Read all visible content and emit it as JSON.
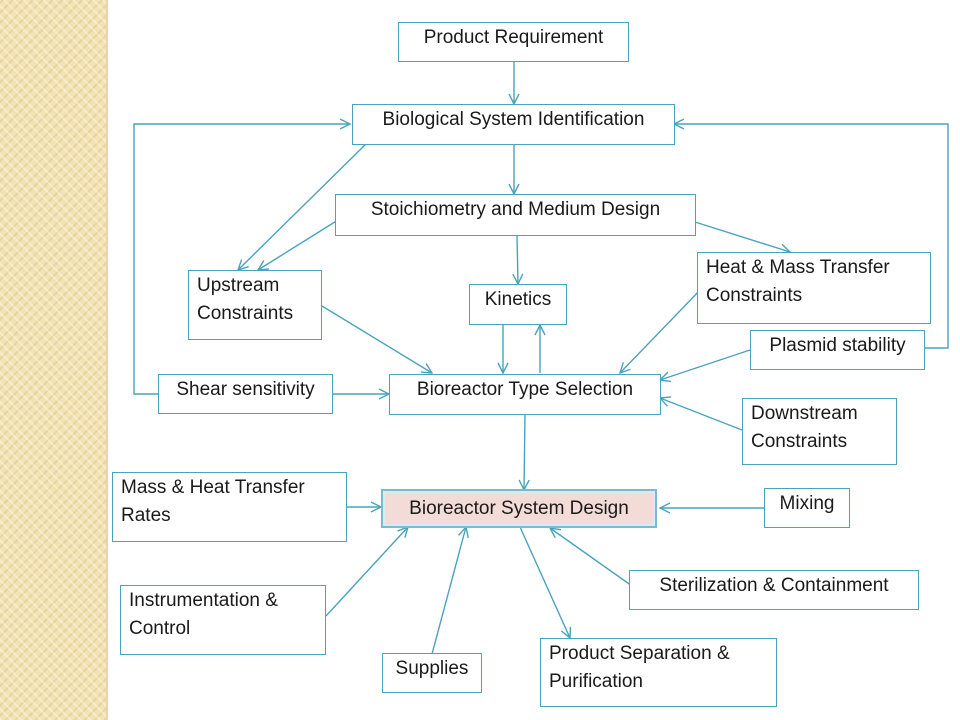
{
  "nodes": {
    "product_requirement": "Product Requirement",
    "biological_system_identification": "Biological System Identification",
    "stoichiometry_medium_design": "Stoichiometry and Medium Design",
    "upstream_constraints": [
      "Upstream",
      "Constraints"
    ],
    "kinetics": "Kinetics",
    "heat_mass_transfer_constraints": [
      "Heat & Mass Transfer",
      "Constraints"
    ],
    "plasmid_stability": "Plasmid stability",
    "shear_sensitivity": "Shear sensitivity",
    "bioreactor_type_selection": "Bioreactor Type Selection",
    "downstream_constraints": [
      "Downstream",
      "Constraints"
    ],
    "mass_heat_transfer_rates": [
      "Mass & Heat Transfer",
      "Rates"
    ],
    "bioreactor_system_design": "Bioreactor System Design",
    "mixing": "Mixing",
    "sterilization_containment": "Sterilization & Containment",
    "instrumentation_control": [
      "Instrumentation &",
      "Control"
    ],
    "supplies": "Supplies",
    "product_separation_purification": [
      "Product Separation &",
      "Purification"
    ]
  },
  "colors": {
    "border": "#4aa3bd",
    "arrow": "#4aa3bd",
    "highlight_fill": "#f3dcd8",
    "left_band": "#f3e2b2"
  }
}
